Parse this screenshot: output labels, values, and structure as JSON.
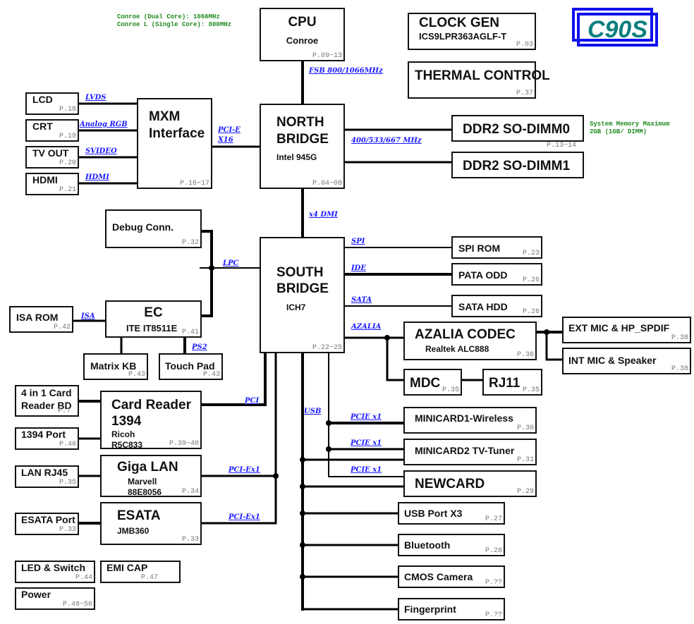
{
  "title_logo": "C90S",
  "notes": {
    "cpu_speed": "Conroe (Dual Core): 1066MHz\nConroe L (Single Core): 800MHz",
    "memory": "System Memory Maximum\n2GB (1GB/ DIMM)"
  },
  "colors": {
    "bus_label": "#1a1aff",
    "note": "#1f8a1f",
    "logo_frame": "#1010ee",
    "logo_text": "#0e7f7f"
  },
  "blocks": {
    "cpu": {
      "title": "CPU",
      "sub": "Conroe",
      "page": "P.09~13"
    },
    "clock_gen": {
      "title": "CLOCK GEN",
      "sub": "ICS9LPR363AGLF-T",
      "page": "P.03"
    },
    "thermal": {
      "title": "THERMAL CONTROL",
      "page": "P.37"
    },
    "north_bridge": {
      "title1": "NORTH",
      "title2": "BRIDGE",
      "sub": "Intel 945G",
      "page": "P.04~08"
    },
    "dimm0": {
      "title": "DDR2 SO-DIMM0",
      "page": "P.13~14"
    },
    "dimm1": {
      "title": "DDR2 SO-DIMM1"
    },
    "mxm": {
      "title1": "MXM",
      "title2": "Interface",
      "page": "P.16~17"
    },
    "lcd": {
      "title": "LCD",
      "page": "P.18"
    },
    "crt": {
      "title": "CRT",
      "page": "P.19"
    },
    "tvout": {
      "title": "TV OUT",
      "page": "P.20"
    },
    "hdmi": {
      "title": "HDMI",
      "page": "P.21"
    },
    "south_bridge": {
      "title1": "SOUTH",
      "title2": "BRIDGE",
      "sub": "ICH7",
      "page": "P.22~25"
    },
    "debug": {
      "title": "Debug Conn.",
      "page": "P.32"
    },
    "ec": {
      "title": "EC",
      "sub": "ITE IT8511E",
      "page": "P.41"
    },
    "isa_rom": {
      "title": "ISA ROM",
      "page": "P.42"
    },
    "matrix_kb": {
      "title": "Matrix KB",
      "page": "P.43"
    },
    "touch_pad": {
      "title": "Touch Pad",
      "page": "P.43"
    },
    "spi_rom": {
      "title": "SPI ROM",
      "page": "P.23"
    },
    "pata_odd": {
      "title": "PATA ODD",
      "page": "P.26"
    },
    "sata_hdd": {
      "title": "SATA HDD",
      "page": "P.26"
    },
    "azalia": {
      "title": "AZALIA CODEC",
      "sub": "Realtek ALC888",
      "page": "P.36"
    },
    "ext_mic": {
      "title": "EXT MIC & HP_SPDIF",
      "page": "P.38"
    },
    "int_mic": {
      "title": "INT MIC & Speaker",
      "page": "P.38"
    },
    "mdc": {
      "title": "MDC",
      "page": "P.35"
    },
    "rj11": {
      "title": "RJ11",
      "page": "P.35"
    },
    "card_bd": {
      "title1": "4 in 1 Card",
      "title2": "Reader BD",
      "page": "P.?"
    },
    "port1394": {
      "title": "1394 Port",
      "page": "P.40"
    },
    "card_reader": {
      "title1": "Card Reader",
      "title2": "1394",
      "sub1": "Ricoh",
      "sub2": "R5C833",
      "page": "P.39~40"
    },
    "lan_rj45": {
      "title": "LAN RJ45",
      "page": "P.35"
    },
    "giga_lan": {
      "title": "Giga LAN",
      "sub1": "Marvell",
      "sub2": "88E8056",
      "page": "P.34"
    },
    "esata_port": {
      "title": "ESATA Port",
      "page": "P.33"
    },
    "esata": {
      "title": "ESATA",
      "sub": "JMB360",
      "page": "P.33"
    },
    "led_switch": {
      "title": "LED & Switch",
      "page": "P.44"
    },
    "emi_cap": {
      "title": "EMI CAP",
      "page": "P.47"
    },
    "power": {
      "title": "Power",
      "page": "P.48~56"
    },
    "minicard1": {
      "title": "MINICARD1-Wireless",
      "page": "P.30"
    },
    "minicard2": {
      "title": "MINICARD2 TV-Tuner",
      "page": "P.31"
    },
    "newcard": {
      "title": "NEWCARD",
      "page": "P.29"
    },
    "usb_port": {
      "title": "USB Port X3",
      "page": "P.27"
    },
    "bluetooth": {
      "title": "Bluetooth",
      "page": "P.28"
    },
    "cmos_camera": {
      "title": "CMOS Camera",
      "page": "P.??"
    },
    "fingerprint": {
      "title": "Fingerprint",
      "page": "P.??"
    }
  },
  "bus_labels": {
    "fsb": "FSB 800/1066MHz",
    "mem": "400/533/667 MHz",
    "pcie_x16_1": "PCI-E",
    "pcie_x16_2": "X16",
    "lvds": "LVDS",
    "analog_rgb": "Analog RGB",
    "svideo": "SVIDEO",
    "hdmi": "HDMI",
    "dmi": "x4 DMI",
    "lpc": "LPC",
    "isa": "ISA",
    "ps2": "PS2",
    "spi": "SPI",
    "ide": "IDE",
    "sata": "SATA",
    "azalia": "AZALIA",
    "pci": "PCI",
    "pciex1_lan": "PCI-Ex1",
    "pciex1_esata": "PCI-Ex1",
    "usb": "USB",
    "pcie_mc1": "PCIE x1",
    "pcie_mc2": "PCIE x1",
    "pcie_newcard": "PCIE x1"
  }
}
